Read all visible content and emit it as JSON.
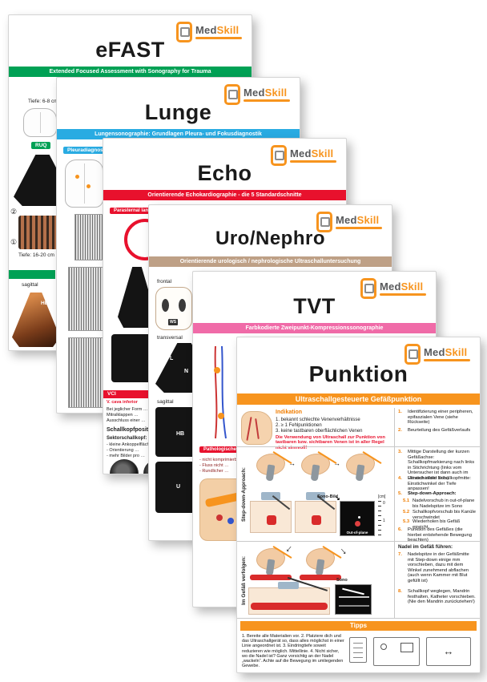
{
  "brand": {
    "med": "Med",
    "skill": "Skill"
  },
  "cards": {
    "efast": {
      "title": "eFAST",
      "subtitle": "Extended Focused Assessment with Sonography for Trauma",
      "depth1": "Tiefe: 6-8 cm",
      "ruq": "RUQ",
      "num2": "②",
      "num1": "①",
      "depth2": "Tiefe: 16-20 cm",
      "sagittal": "sagittal",
      "hb": "HB"
    },
    "lunge": {
      "title": "Lunge",
      "subtitle": "Lungensonographie: Grundlagen Pleura- und Fokusdiagnostik",
      "pleura": "Pleuradiagnostik"
    },
    "echo": {
      "title": "Echo",
      "subtitle": "Orientierende Echokardiographie - die 5 Standardschnitte",
      "plax": "Parasternal lange Achse",
      "vci": "VCI",
      "vci_sub": "V. cava inferior",
      "note1": "Bei jeglicher Form …",
      "note2": "Mitralklappen …",
      "note3": "Ausschluss einer …",
      "head_pos": "Schallkopfpositionen",
      "probe": "Sektorschallkopf:",
      "probe_b1": "- kleine Ankoppelfläche",
      "probe_b2": "- Orientierung …",
      "probe_b3": "- mehr Bilder pro …"
    },
    "uro": {
      "title": "Uro/Nephro",
      "subtitle": "Orientierende urologisch / nephrologische Ultraschalluntersuchung",
      "frontal": "frontal",
      "ws": "WS",
      "transversal": "transversal",
      "l": "L",
      "n": "N",
      "sagittal": "sagittal",
      "hb": "HB",
      "u": "U"
    },
    "tvt": {
      "title": "TVT",
      "subtitle": "Farbkodierte Zweipunkt-Kompressionssonographie",
      "patho": "Pathologische Befunde",
      "b1": "- nicht komprimierbar …",
      "b2": "- Fluss nicht …",
      "b3": "- Rundlicher …"
    },
    "punktion": {
      "title": "Punktion",
      "subtitle": "Ultraschallgesteuerte Gefäßpunktion",
      "indikation": {
        "heading": "Indikation",
        "item1": "1. bekannt schlechte Venenverhältnisse",
        "item2": "2. ≥ 1 Fehlpunktionen",
        "item3": "3. keine tastbaren oberflächlichen Venen",
        "warning": "Die Verwendung von Ultraschall zur Punktion von tastbaren bzw. sichtbaren Venen ist in aller Regel nicht sinnvoll!"
      },
      "stepdown_label": "Step-down-Approach:",
      "imgefaess_label": "Im Gefäß verfolgen:",
      "sono_bild": "Sono-Bild",
      "out_of_plane": "Out-of-plane",
      "cm": "[cm]",
      "cm0": "0",
      "cm1": "1",
      "sono": "Sono",
      "nadel_header": "Nadel im Gefäß führen:",
      "steps": [
        {
          "n": "1.",
          "t": "Identifizierung einer peripheren, epifaszialen Vene (siehe Rückseite)"
        },
        {
          "n": "2.",
          "t": "Beurteilung des Gefäßverlaufs"
        },
        {
          "n": "3.",
          "t": "Mittige Darstellung der kurzen Gefäßachse: Schallkopfmarkierung nach links in Stichrichtung (links vom Untersucher ist dann auch im Ultraschallbild links)"
        },
        {
          "n": "4.",
          "t": "Einstich in der Schallkopfmitte: Einstichwinkel der Tiefe anpassen!"
        },
        {
          "n": "5.",
          "t": "Step-down-Approach:"
        },
        {
          "n": "5.1",
          "t": "Nadelvorschub in out-of-plane bis Nadelspitze im Sono"
        },
        {
          "n": "5.2",
          "t": "Schallkopfvorschub bis Kanüle verschwindet"
        },
        {
          "n": "5.3",
          "t": "Wiederholen bis Gefäß erreicht"
        },
        {
          "n": "6.",
          "t": "Punktion des Gefäßes (die hierbei entstehende Bewegung beachten)"
        },
        {
          "n": "7.",
          "t": "Nadelspitze in der Gefäßmitte mit Step-down einige mm vorschieben, dazu mit dem Winkel zunehmend abflachen (auch wenn Kammer mit Blut gefüllt ist)"
        },
        {
          "n": "8.",
          "t": "Schallkopf weglegen, Mandrin festhalten, Katheter vorschieben. (Nie den Mandrin zurückziehen!)"
        }
      ],
      "tipps": {
        "heading": "Tipps",
        "text": "1. Bereite alle Materialien vor. 2. Platziere dich und das Ultraschallgerät so, dass alles möglichst in einer Linie angeordnet ist. 3. Eindringtiefe soweit reduzieren wie möglich. Mittellinie. 4. Nicht sicher, wo die Nadel ist? Ganz vorsichtig an der Nadel „wackeln“. Achte auf die Bewegung im umliegenden Gewebe."
      }
    }
  }
}
